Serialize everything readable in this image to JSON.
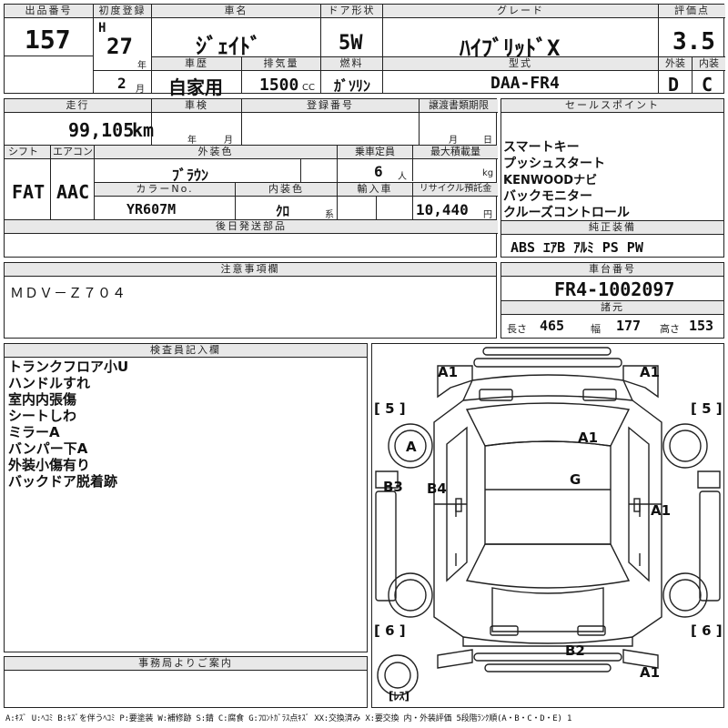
{
  "header": {
    "lot_no_label": "出品番号",
    "lot_no": "157",
    "first_reg_label": "初度登録",
    "era": "H",
    "year": "27",
    "year_unit": "年",
    "month": "2",
    "month_unit": "月",
    "car_name_label": "車名",
    "car_name": "ｼﾞｪｲﾄﾞ",
    "history_label": "車歴",
    "history": "自家用",
    "displacement_label": "排気量",
    "displacement": "1500",
    "displacement_unit": "CC",
    "door_label": "ドア形状",
    "door": "5W",
    "fuel_label": "燃料",
    "fuel": "ｶﾞｿﾘﾝ",
    "grade_label": "グレード",
    "grade": "ﾊｲﾌﾞﾘｯﾄﾞX",
    "model_label": "型式",
    "model": "DAA-FR4",
    "score_label": "評価点",
    "score": "3.5",
    "exterior_label": "外装",
    "exterior": "D",
    "interior_label": "内装",
    "interior": "C"
  },
  "row2": {
    "mileage_label": "走行",
    "mileage": "99,105",
    "mileage_unit": "km",
    "inspection_label": "車検",
    "insp_year_unit": "年",
    "insp_month_unit": "月",
    "reg_no_label": "登録番号",
    "transfer_label": "譲渡書類期限",
    "transfer_month_unit": "月",
    "transfer_day_unit": "日",
    "shift_label": "シフト",
    "shift": "FAT",
    "ac_label": "エアコン",
    "ac": "AAC",
    "ext_color_label": "外装色",
    "ext_color": "ﾌﾞﾗｳﾝ",
    "capacity_label": "乗車定員",
    "capacity": "6",
    "capacity_unit": "人",
    "load_label": "最大積載量",
    "load_unit": "kg",
    "color_no_label": "カラーNo.",
    "color_no": "YR607M",
    "int_color_label": "内装色",
    "int_color": "ｸﾛ",
    "int_color_unit": "系",
    "import_label": "輸入車",
    "recycle_label": "リサイクル預託金",
    "recycle": "10,440",
    "recycle_unit": "円",
    "later_parts_label": "後日発送部品"
  },
  "sales": {
    "label": "セールスポイント",
    "items": [
      "スマートキー",
      "プッシュスタート",
      "KENWOODナビ",
      "バックモニター",
      "クルーズコントロール"
    ],
    "equip_label": "純正装備",
    "equipment": "ABS ｴｱB ｱﾙﾐ PS PW"
  },
  "notes": {
    "label": "注意事項欄",
    "text": "ＭＤＶ－Ｚ７０４"
  },
  "chassis": {
    "label": "車台番号",
    "value": "FR4-1002097",
    "dims_label": "諸元",
    "length_label": "長さ",
    "length": "465",
    "width_label": "幅",
    "width": "177",
    "height_label": "高さ",
    "height": "153"
  },
  "inspector": {
    "label": "検査員記入欄",
    "lines": [
      "トランクフロア小U",
      "ハンドルすれ",
      "室内内張傷",
      "シートしわ",
      "ミラーA",
      "バンパー下A",
      "外装小傷有り",
      "バックドア脱着跡"
    ]
  },
  "office": {
    "label": "事務局よりご案内"
  },
  "diagram": {
    "marks": {
      "front_left": "A1",
      "front_right": "A1",
      "tyre_fl": "[ 5 ]",
      "tyre_fr": "[ 5 ]",
      "tyre_rl": "[ 6 ]",
      "tyre_rr": "[ 6 ]",
      "wheel_a": "A",
      "roof": "A1",
      "glass": "G",
      "left_b3": "B3",
      "left_b4": "B4",
      "right_a1": "A1",
      "rear_b2": "B2",
      "rear_a1": "A1",
      "spare": "[ﾚｽ]"
    }
  },
  "legend": "A:ｷｽﾞ U:ﾍｺﾐ B:ｷｽﾞを伴うﾍｺﾐ P:要塗装 W:補修跡 S:錆 C:腐食 G:ﾌﾛﾝﾄｶﾞﾗｽ点ｷｽﾞ XX:交換済み X:要交換 内・外装評価 5段階ﾗﾝｸ順(A・B・C・D・E) 1"
}
